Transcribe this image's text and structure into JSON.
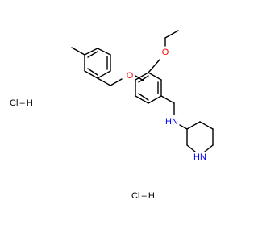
{
  "molecule": {
    "atom_labels": {
      "o_ethoxy": "O",
      "o_benzyloxy": "O",
      "nh_amine": "H",
      "n_amine": "N",
      "nh_piperidine": "H",
      "n_piperidine": "N"
    },
    "colors": {
      "carbon_bond": "#000000",
      "oxygen": "#ff0000",
      "nitrogen": "#0000ff",
      "text": "#000000"
    }
  },
  "salts": {
    "hcl_1": "Cl – H",
    "hcl_2": "Cl – H"
  }
}
